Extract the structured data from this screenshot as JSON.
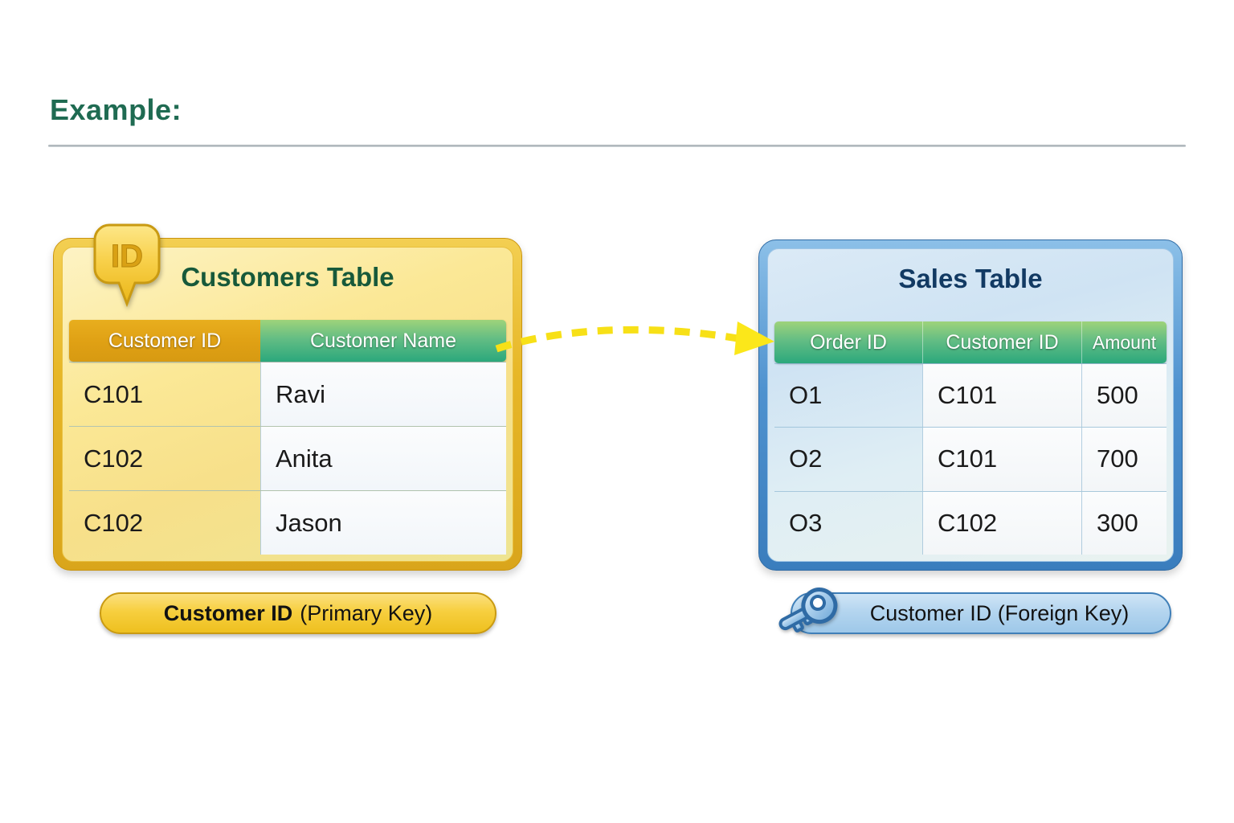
{
  "page": {
    "title": "Example:",
    "background": "#ffffff",
    "divider_color": "#b0b8bd"
  },
  "colors": {
    "title_green": "#1f6b52",
    "customers_title_green": "#17593a",
    "sales_title_navy": "#123a63",
    "gold_border": "#d9a51b",
    "gold_header": "#dfa014",
    "green_header": "#2ba87c",
    "blue_border": "#3a7dbd",
    "arrow_yellow": "#f7e017"
  },
  "customers_table": {
    "badge_icon": "id-badge-icon",
    "badge_label": "ID",
    "title": "Customers Table",
    "headers": [
      "Customer ID",
      "Customer Name"
    ],
    "rows": [
      [
        "C101",
        "Ravi"
      ],
      [
        "C102",
        "Anita"
      ],
      [
        "C102",
        "Jason"
      ]
    ],
    "caption": {
      "bold": "Customer ID",
      "regular": "(Primary Key)"
    }
  },
  "sales_table": {
    "title": "Sales Table",
    "headers": [
      "Order ID",
      "Customer ID",
      "Amount"
    ],
    "rows": [
      [
        "O1",
        "C101",
        "500"
      ],
      [
        "O2",
        "C101",
        "700"
      ],
      [
        "O3",
        "C102",
        "300"
      ]
    ],
    "caption": {
      "icon": "key-icon",
      "text": "Customer ID (Foreign Key)"
    }
  },
  "relationship": {
    "icon": "dashed-arrow-icon",
    "from": "Customer Name",
    "to": "Order ID"
  }
}
